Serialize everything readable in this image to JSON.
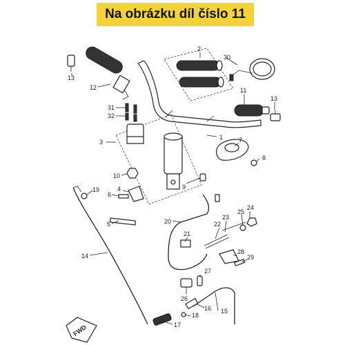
{
  "banner": {
    "text": "Na obrázku díl číslo 11",
    "color": "#f6d23a"
  },
  "diagram": {
    "callouts": [
      "1",
      "2",
      "3",
      "4",
      "5",
      "6",
      "7",
      "8",
      "9",
      "10",
      "11",
      "12",
      "13",
      "13",
      "14",
      "15",
      "16",
      "17",
      "18",
      "19",
      "20",
      "21",
      "22",
      "23",
      "24",
      "25",
      "26",
      "27",
      "28",
      "29",
      "30",
      "31",
      "32"
    ],
    "fwd_label": "FWD"
  }
}
